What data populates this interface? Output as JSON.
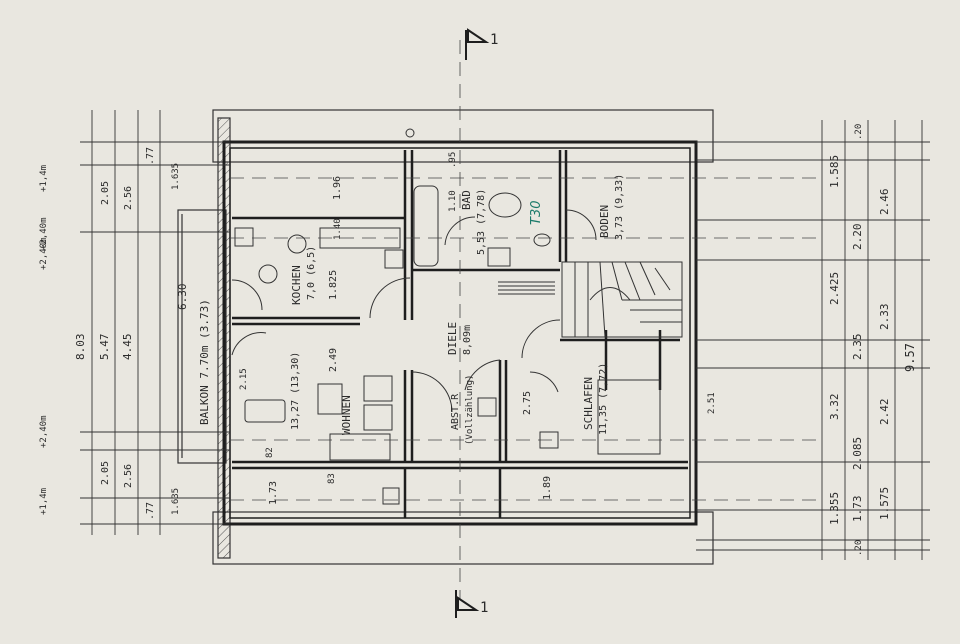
{
  "section_marker": {
    "label": "1"
  },
  "rooms": {
    "balkon": "BALKON 7.70m (3.73)",
    "kochen": "KOCHEN",
    "kochen_area": "7,0 (6,5)",
    "wohnen": "WOHNEN",
    "wohnen_area": "13,27 (13,30)",
    "bad": "BAD",
    "bad_area": "5,53 (7,78)",
    "boden": "BODEN",
    "boden_area": "3,73 (9,33)",
    "diele": "DIELE",
    "diele_area": "8,09m",
    "abst": "ABST.R",
    "abst_area": "(Vollzählung)",
    "schlafen": "SCHLAFEN",
    "schlafen_area": "11,35 (7,72)",
    "t30": "T30"
  },
  "dims_left_outer": [
    "8.03",
    "6.30"
  ],
  "dims_left_mid": [
    "5.47"
  ],
  "dims_left_inner": [
    "4.45"
  ],
  "dims_left_small": [
    "2.56",
    "2.56",
    "2.05",
    "2.05",
    ".77",
    ".77",
    "1.635",
    "1.635"
  ],
  "level_marks": [
    "+1,4m",
    "+2,40m",
    "+2,40m",
    "+2,40m",
    "+1,4m"
  ],
  "dims_right_col1": [
    "1.585",
    "2.425",
    "3.32",
    "1.355"
  ],
  "dims_right_col2": [
    "2.20",
    "2.35",
    "2.085",
    "1.73",
    ".20",
    ".20"
  ],
  "dims_right_col3": [
    "2.46",
    "2.33",
    "2.42",
    "1.575",
    "9.57"
  ],
  "dims_internal": [
    "1.96",
    "1.825",
    "2.49",
    "1.73",
    "1.89",
    "2.75",
    ".95",
    "1.10",
    "2.51",
    "1.40",
    "83",
    "82",
    "2.15"
  ]
}
